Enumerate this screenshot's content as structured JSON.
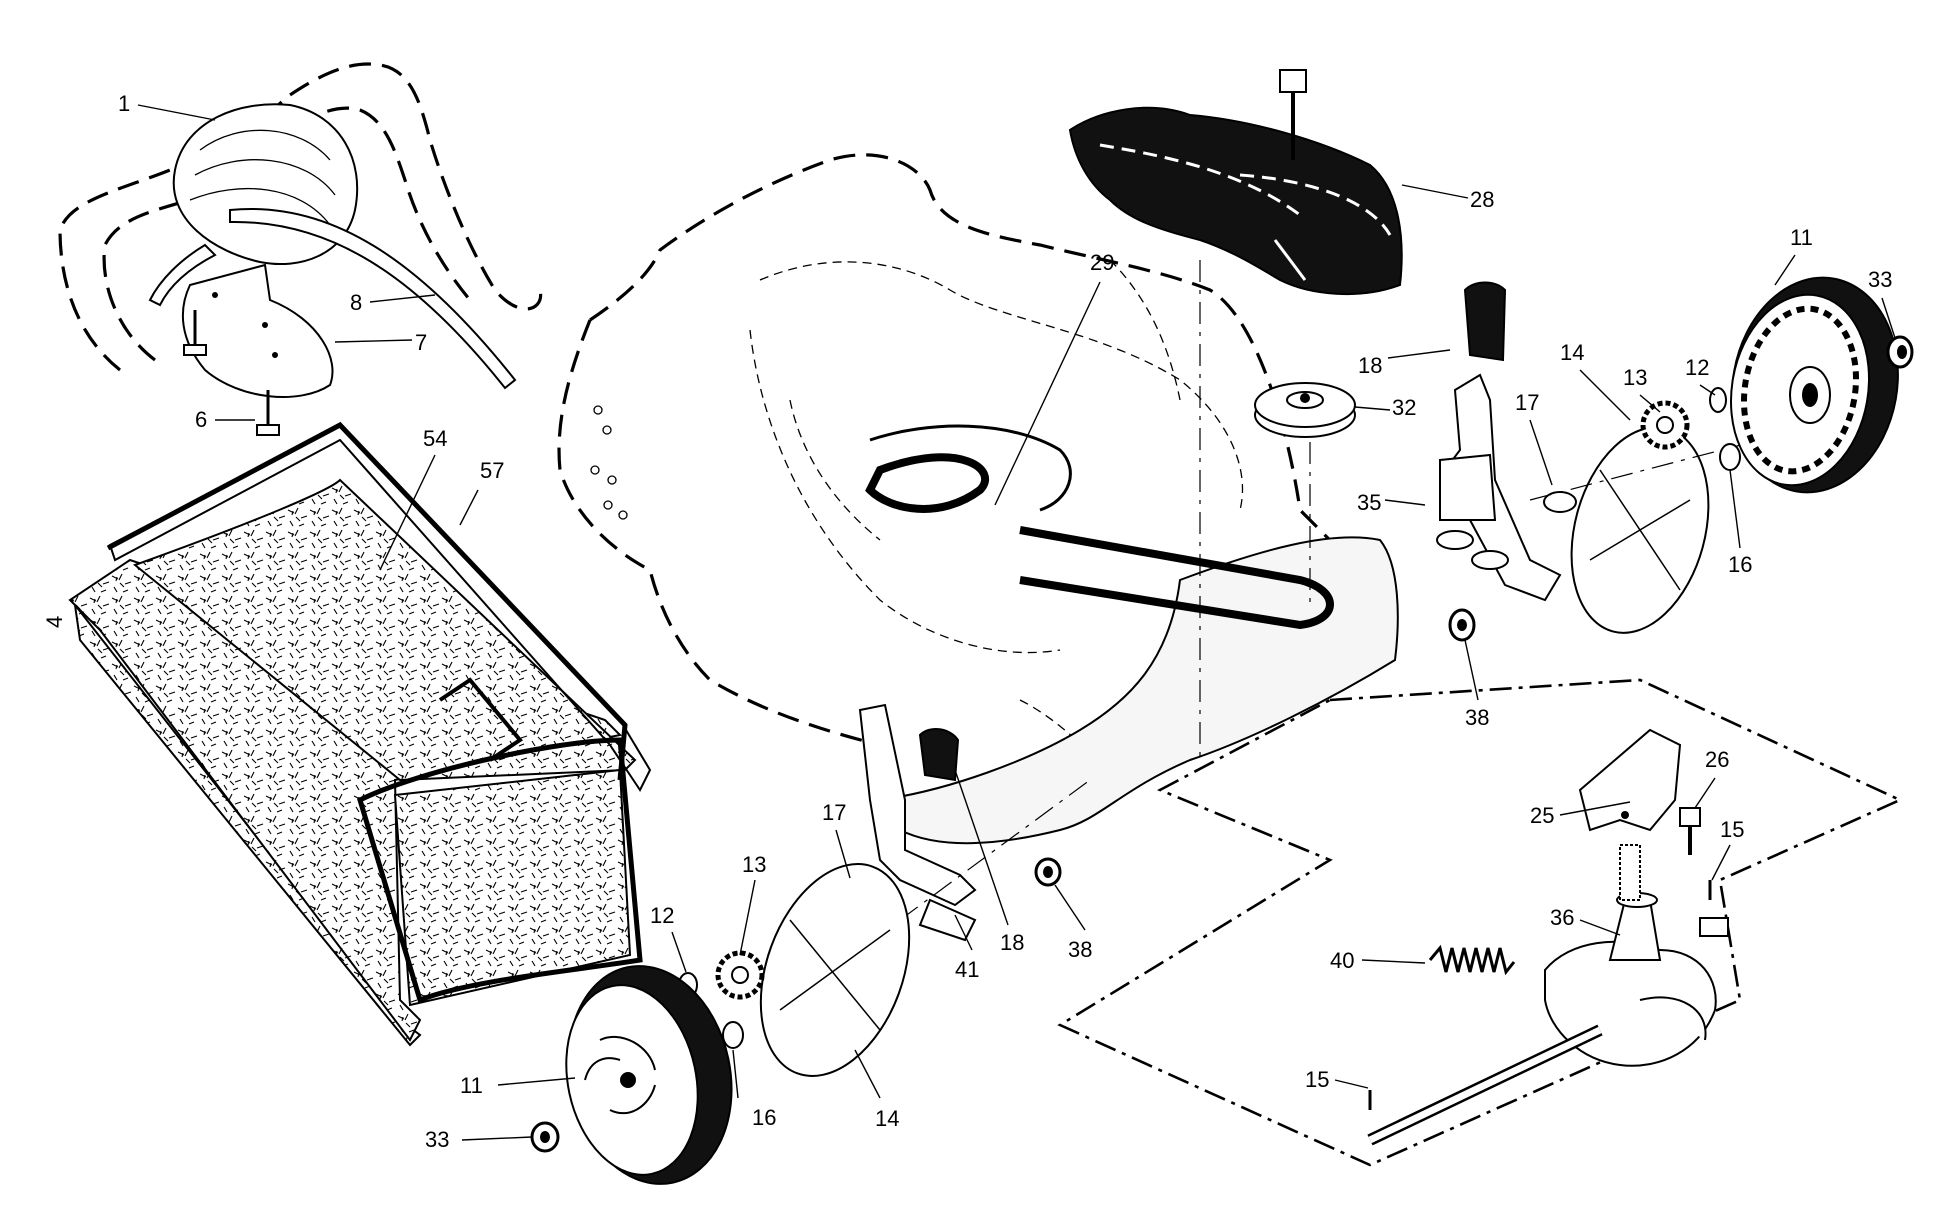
{
  "diagram": {
    "callouts": [
      {
        "id": "c1",
        "num": "1"
      },
      {
        "id": "c8",
        "num": "8"
      },
      {
        "id": "c7",
        "num": "7"
      },
      {
        "id": "c6",
        "num": "6"
      },
      {
        "id": "c54",
        "num": "54"
      },
      {
        "id": "c57",
        "num": "57"
      },
      {
        "id": "c4",
        "num": "4"
      },
      {
        "id": "c28",
        "num": "28"
      },
      {
        "id": "c29",
        "num": "29"
      },
      {
        "id": "c18a",
        "num": "18"
      },
      {
        "id": "c32",
        "num": "32"
      },
      {
        "id": "c35",
        "num": "35"
      },
      {
        "id": "c17a",
        "num": "17"
      },
      {
        "id": "c14a",
        "num": "14"
      },
      {
        "id": "c13a",
        "num": "13"
      },
      {
        "id": "c12a",
        "num": "12"
      },
      {
        "id": "c11a",
        "num": "11"
      },
      {
        "id": "c33a",
        "num": "33"
      },
      {
        "id": "c16a",
        "num": "16"
      },
      {
        "id": "c38a",
        "num": "38"
      },
      {
        "id": "c26",
        "num": "26"
      },
      {
        "id": "c25",
        "num": "25"
      },
      {
        "id": "c15a",
        "num": "15"
      },
      {
        "id": "c36",
        "num": "36"
      },
      {
        "id": "c40",
        "num": "40"
      },
      {
        "id": "c15b",
        "num": "15"
      },
      {
        "id": "c17b",
        "num": "17"
      },
      {
        "id": "c13b",
        "num": "13"
      },
      {
        "id": "c12b",
        "num": "12"
      },
      {
        "id": "c18b",
        "num": "18"
      },
      {
        "id": "c38b",
        "num": "38"
      },
      {
        "id": "c41",
        "num": "41"
      },
      {
        "id": "c14b",
        "num": "14"
      },
      {
        "id": "c16b",
        "num": "16"
      },
      {
        "id": "c11b",
        "num": "11"
      },
      {
        "id": "c33b",
        "num": "33"
      }
    ]
  }
}
